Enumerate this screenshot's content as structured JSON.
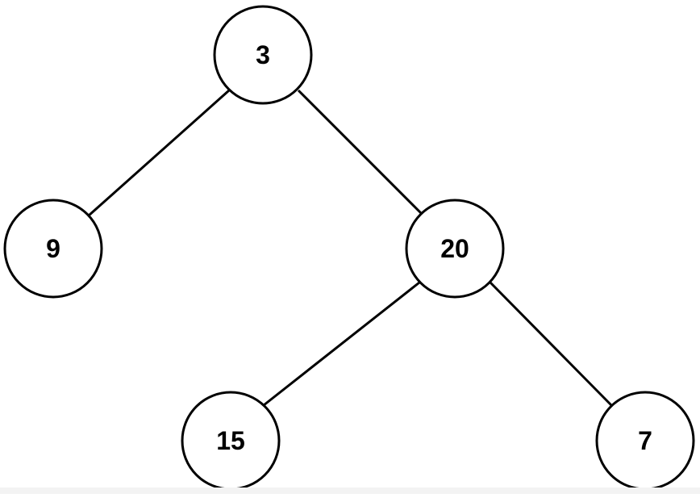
{
  "diagram": {
    "type": "binary-tree",
    "nodes": [
      {
        "id": "n3",
        "label": "3"
      },
      {
        "id": "n9",
        "label": "9"
      },
      {
        "id": "n20",
        "label": "20"
      },
      {
        "id": "n15",
        "label": "15"
      },
      {
        "id": "n7",
        "label": "7"
      }
    ],
    "edges": [
      {
        "from": "n3",
        "to": "n9"
      },
      {
        "from": "n3",
        "to": "n20"
      },
      {
        "from": "n20",
        "to": "n15"
      },
      {
        "from": "n20",
        "to": "n7"
      }
    ]
  },
  "colors": {
    "stroke": "#000000",
    "fill": "#ffffff",
    "background": "#ffffff"
  }
}
